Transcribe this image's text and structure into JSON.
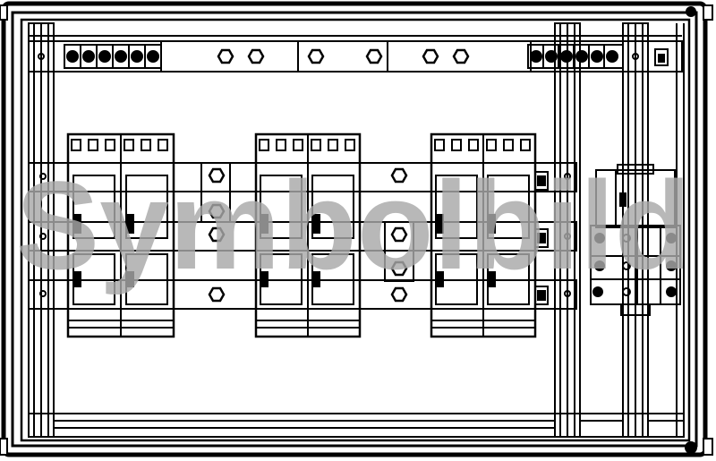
{
  "watermark": {
    "text": "Symbolbild"
  },
  "colors": {
    "stroke": "#000000",
    "background": "#ffffff",
    "watermark": "#a8a8a8"
  },
  "device_modules": [
    {
      "name": "device-module-1"
    },
    {
      "name": "device-module-2"
    },
    {
      "name": "device-module-3"
    }
  ],
  "side_device": {
    "name": "side-switch-device"
  }
}
